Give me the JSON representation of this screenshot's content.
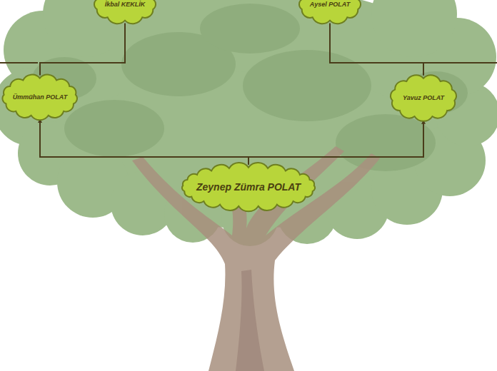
{
  "diagram": {
    "nodes": [
      {
        "text": [
          "İkbal KEKLİK"
        ]
      },
      {
        "text": [
          "Aysel POLAT"
        ]
      },
      {
        "text": [
          "Ümmühan POLAT"
        ]
      },
      {
        "text": [
          "Yavuz POLAT"
        ]
      },
      {
        "text": [
          "Zeynep Zümra POLAT"
        ]
      }
    ],
    "edges": [
      {
        "from": 0,
        "to": 2,
        "arrow": "none"
      },
      {
        "from": 1,
        "to": 3,
        "arrow": "none"
      },
      {
        "from": 4,
        "to": 2,
        "arrow": "to"
      },
      {
        "from": 4,
        "to": 3,
        "arrow": "to"
      }
    ]
  }
}
